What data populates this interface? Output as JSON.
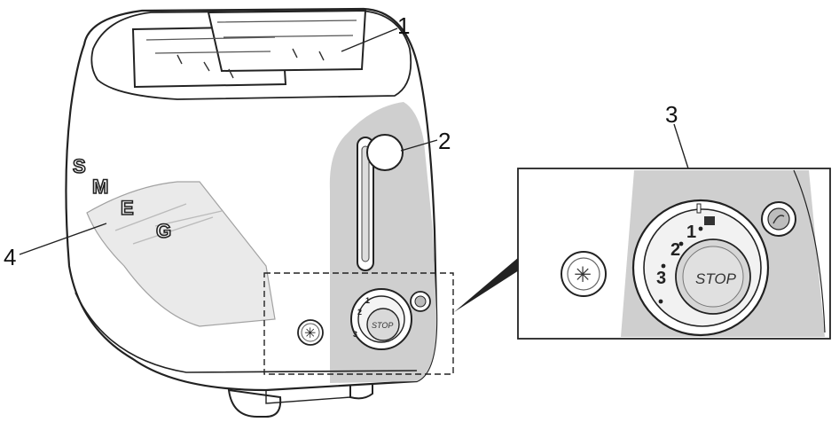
{
  "callouts": {
    "one": "1",
    "two": "2",
    "three": "3",
    "four": "4"
  },
  "brand_letters": [
    "S",
    "M",
    "E",
    "G"
  ],
  "dial": {
    "stop_label": "STOP",
    "numbers": [
      "1",
      "2",
      "3"
    ]
  },
  "icons": {
    "defrost": "snowflake-icon",
    "reheat": "reheat-icon",
    "bagel": "bread-icon"
  },
  "colors": {
    "outline": "#222222",
    "side_shade": "#cfcfcf",
    "tray_fill": "#e8e8e8",
    "body_fill": "#ffffff"
  }
}
